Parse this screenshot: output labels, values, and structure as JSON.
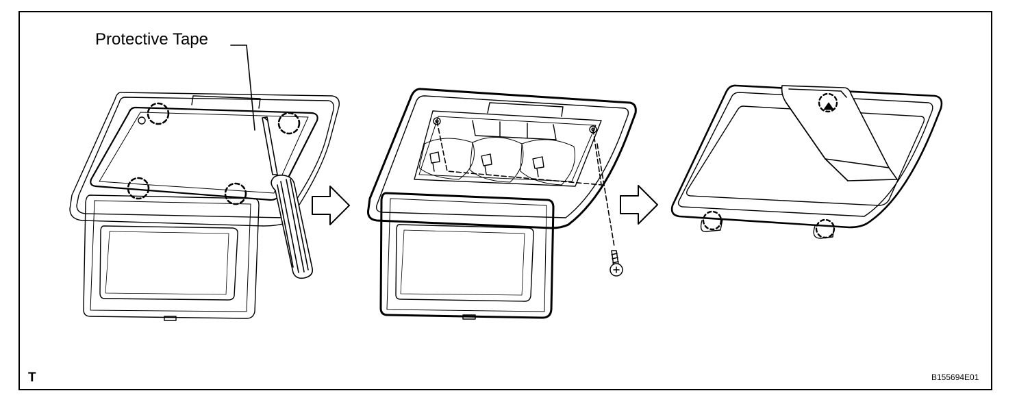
{
  "callout_label": "Protective Tape",
  "corner_mark": "T",
  "figure_id": "B155694E01",
  "colors": {
    "line": "#000000",
    "background": "#ffffff"
  }
}
